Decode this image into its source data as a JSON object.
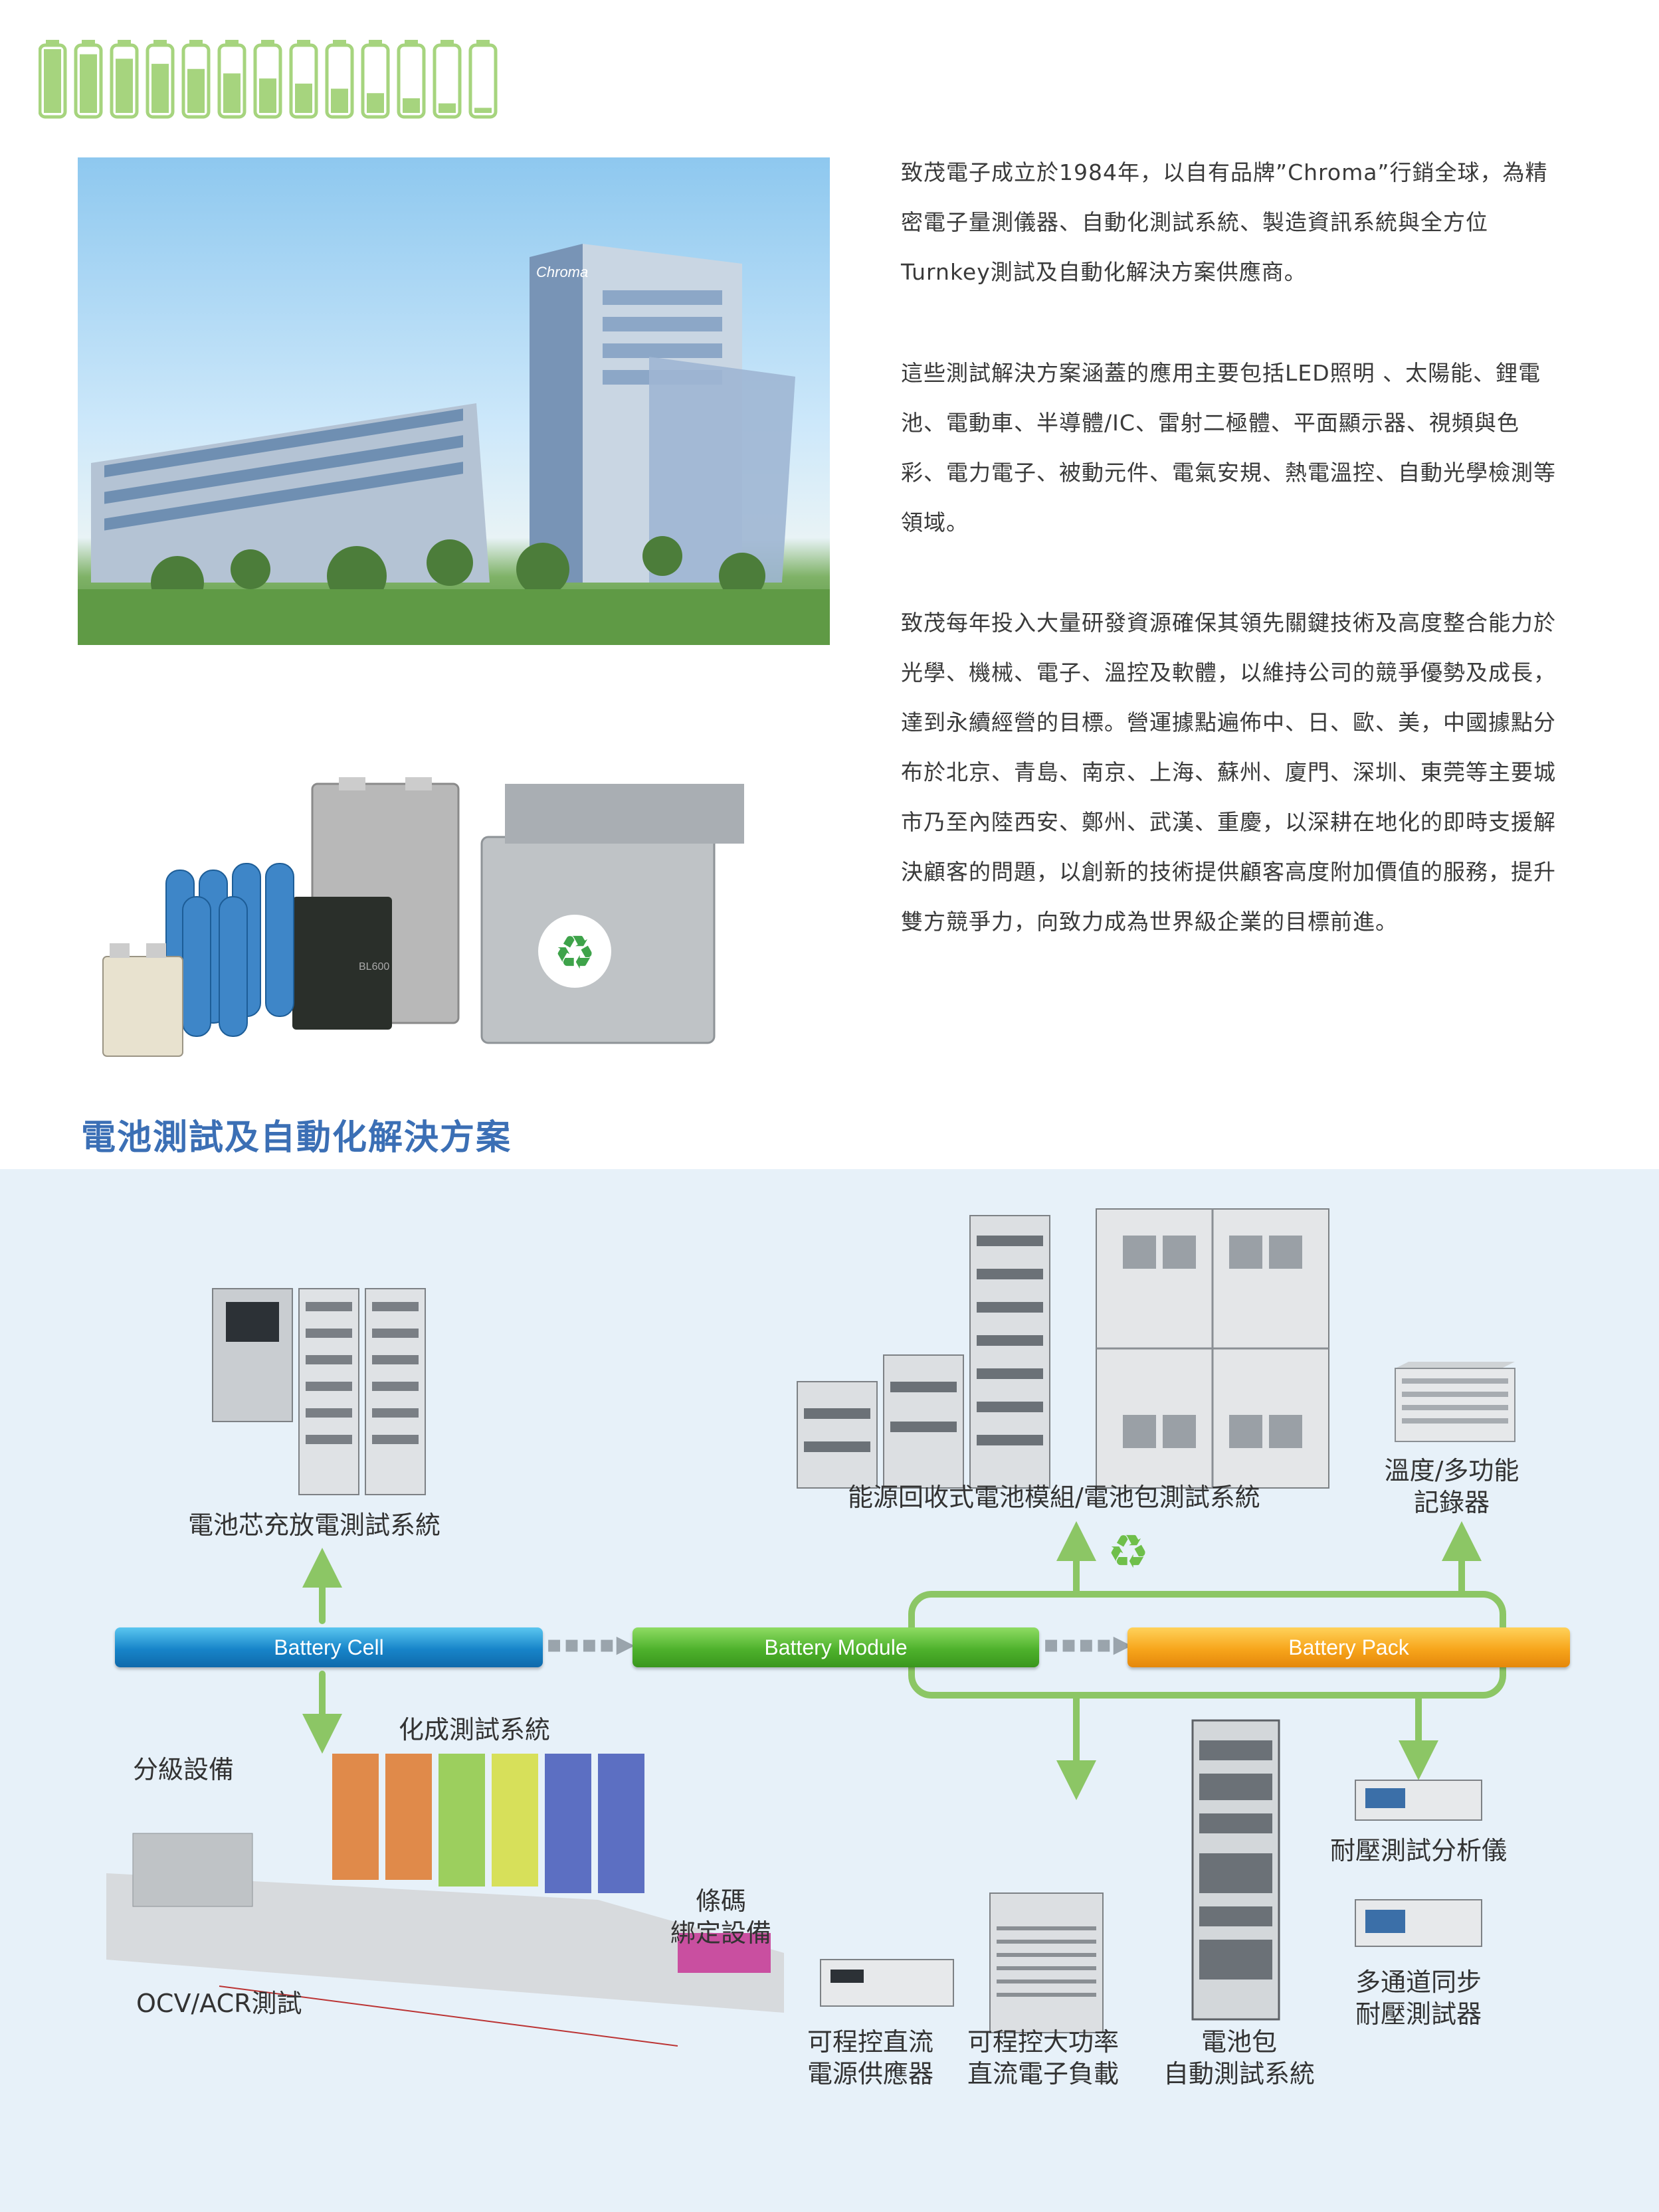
{
  "intro": {
    "paragraph_1": "致茂電子成立於1984年，以自有品牌”Chroma”行銷全球，為精密電子量測儀器、自動化測試系統、製造資訊系統與全方位Turnkey測試及自動化解決方案供應商。",
    "paragraph_2": "這些測試解決方案涵蓋的應用主要包括LED照明 、太陽能、鋰電池、電動車、半導體/IC、雷射二極體、平面顯示器、視頻與色彩、電力電子、被動元件、電氣安規、熱電溫控、自動光學檢測等領域。",
    "paragraph_3": "致茂每年投入大量研發資源確保其領先關鍵技術及高度整合能力於光學、機械、電子、溫控及軟體，以維持公司的競爭優勢及成長，達到永續經營的目標。營運據點遍佈中、日、歐、美，中國據點分布於北京、青島、南京、上海、蘇州、廈門、深圳、東莞等主要城市乃至內陸西安、鄭州、武漢、重慶，以深耕在地化的即時支援解決顧客的問題，以創新的技術提供顧客高度附加價值的服務，提升雙方競爭力，向致力成為世界級企業的目標前進。"
  },
  "section": {
    "title": "電池測試及自動化解決方案"
  },
  "bars": {
    "cell": "Battery Cell",
    "module": "Battery Module",
    "pack": "Battery Pack"
  },
  "products": {
    "cell_charge_discharge": "電池芯充放電測試系統",
    "regenerative_module_pack": "能源回收式電池模組/電池包測試系統",
    "temp_recorder_line1": "溫度/多功能",
    "temp_recorder_line2": "記錄器",
    "formation": "化成測試系統",
    "grading": "分級設備",
    "barcode_line1": "條碼",
    "barcode_line2": "綁定設備",
    "ocv_acr": "OCV/ACR測試",
    "dc_power_line1": "可程控直流",
    "dc_power_line2": "電源供應器",
    "dc_load_line1": "可程控大功率",
    "dc_load_line2": "直流電子負載",
    "pack_ate_line1": "電池包",
    "pack_ate_line2": "自動測試系統",
    "hipot_analyzer": "耐壓測試分析儀",
    "multi_hipot_line1": "多通道同步",
    "multi_hipot_line2": "耐壓測試器"
  },
  "photo_labels": {
    "building_sign": "Chroma",
    "battery_label": "BL600"
  },
  "colors": {
    "header_battery_green": "#a6d47e",
    "title_blue": "#3b6fb5",
    "cell_blue": "#1784c9",
    "module_green": "#4eb22c",
    "pack_orange": "#f7a51b",
    "arrow_green": "#8cc665"
  },
  "header": {
    "battery_icon_count": 13,
    "battery_levels": [
      1.0,
      0.92,
      0.85,
      0.77,
      0.69,
      0.62,
      0.54,
      0.46,
      0.38,
      0.31,
      0.23,
      0.15,
      0.08
    ]
  }
}
